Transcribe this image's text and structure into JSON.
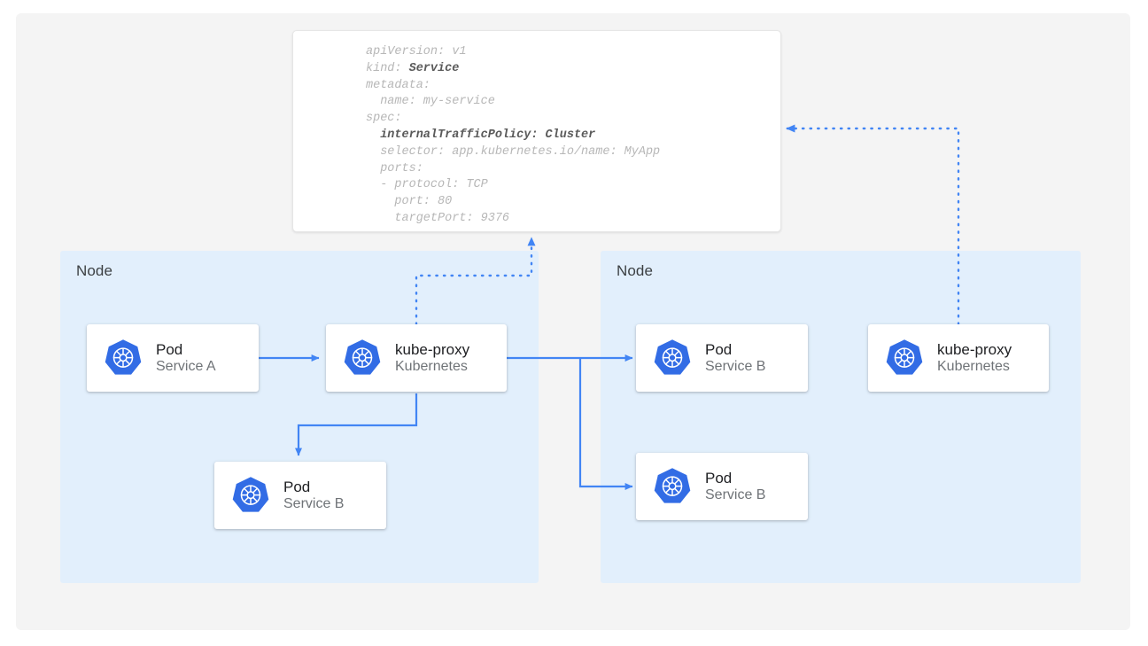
{
  "canvas": {
    "background": "#f4f4f4",
    "node_fill": "#e2effc",
    "arrow_color": "#4285f4",
    "k8s_blue": "#326ce5"
  },
  "yaml": {
    "name": "service-manifest",
    "lines": [
      {
        "text": "apiVersion: v1",
        "bold": false
      },
      {
        "text": "kind: ",
        "bold_text": "Service",
        "bold": false
      },
      {
        "text": "metadata:",
        "bold": false
      },
      {
        "text": "  name: my-service",
        "bold": false
      },
      {
        "text": "spec:",
        "bold": false
      },
      {
        "text": "  internalTrafficPolicy: Cluster",
        "bold": true
      },
      {
        "text": "  selector: app.kubernetes.io/name: MyApp",
        "bold": false
      },
      {
        "text": "  ports:",
        "bold": false
      },
      {
        "text": "  - protocol: TCP",
        "bold": false
      },
      {
        "text": "    port: 80",
        "bold": false
      },
      {
        "text": "    targetPort: 9376",
        "bold": false
      }
    ]
  },
  "nodes": [
    {
      "label": "Node"
    },
    {
      "label": "Node"
    }
  ],
  "cards": {
    "pod_service_a": {
      "title": "Pod",
      "subtitle": "Service A",
      "icon": "kubernetes-icon"
    },
    "kube_proxy_left": {
      "title": "kube-proxy",
      "subtitle": "Kubernetes",
      "icon": "kubernetes-icon"
    },
    "pod_service_b_left": {
      "title": "Pod",
      "subtitle": "Service B",
      "icon": "kubernetes-icon"
    },
    "pod_service_b_right_top": {
      "title": "Pod",
      "subtitle": "Service B",
      "icon": "kubernetes-icon"
    },
    "pod_service_b_right_bottom": {
      "title": "Pod",
      "subtitle": "Service B",
      "icon": "kubernetes-icon"
    },
    "kube_proxy_right": {
      "title": "kube-proxy",
      "subtitle": "Kubernetes",
      "icon": "kubernetes-icon"
    }
  }
}
